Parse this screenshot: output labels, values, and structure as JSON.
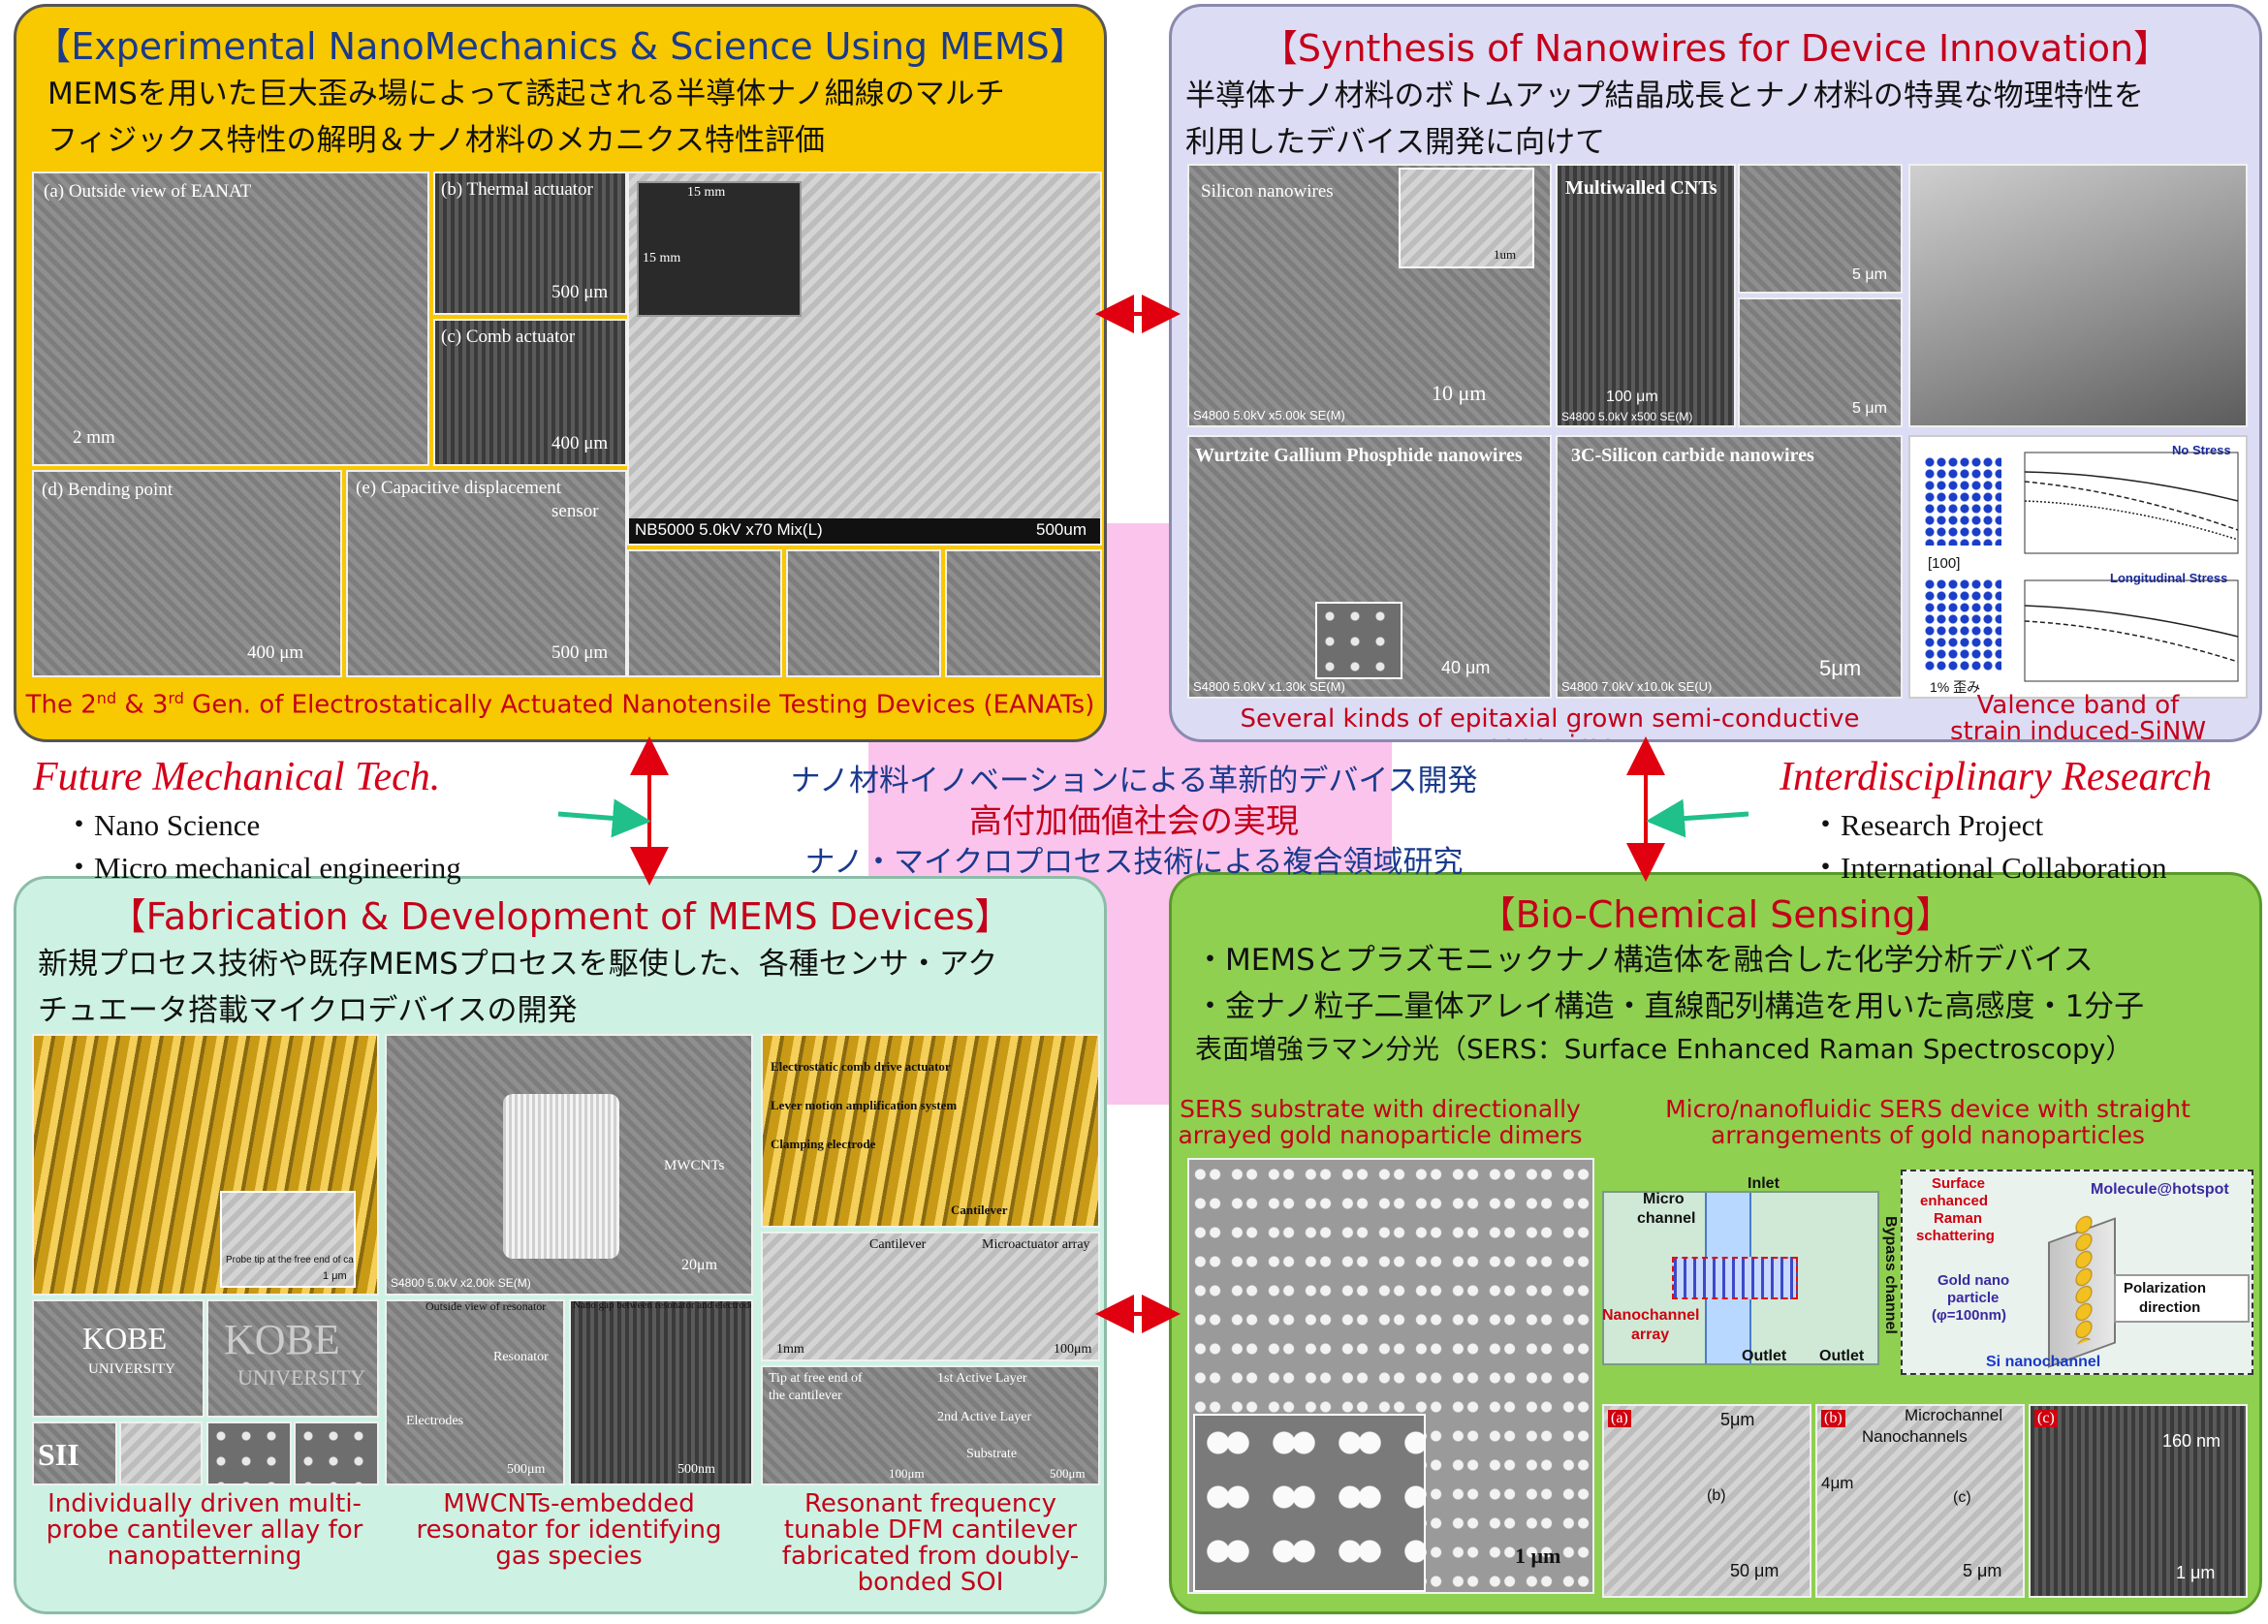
{
  "center": {
    "line1": "ナノ材料イノベーションによる革新的デバイス開発",
    "line2": "高付加価値社会の実現",
    "line3": "ナノ・マイクロプロセス技術による複合領域研究"
  },
  "left_side": {
    "heading": "Future Mechanical Tech.",
    "items": [
      "・Nano Science",
      "・Micro mechanical engineering"
    ]
  },
  "right_side": {
    "heading": "Interdisciplinary Research",
    "items": [
      "・Research Project",
      "・International Collaboration"
    ]
  },
  "top_left": {
    "title": "【Experimental NanoMechanics & Science Using MEMS】",
    "lines": [
      "MEMSを用いた巨大歪み場によって誘起される半導体ナノ細線のマルチ",
      "フィジックス特性の解明＆ナノ材料のメカニクス特性評価"
    ],
    "labels": {
      "a": "(a) Outside view of EANAT",
      "b": "(b) Thermal actuator",
      "c": "(c) Comb actuator",
      "d": "(d) Bending point",
      "e": "(e) Capacitive displacement",
      "e2": "sensor",
      "s2mm": "2 mm",
      "s500a": "500 μm",
      "s400a": "400 μm",
      "s400b": "400 μm",
      "s500b": "500 μm",
      "big": "NB5000 5.0kV x70 Mix(L)",
      "big_scale": "500um",
      "chip1": "15 mm",
      "chip2": "15 mm"
    },
    "caption": {
      "pre": "The 2",
      "sup1": "nd",
      "mid": " & 3",
      "sup2": "rd",
      "post": " Gen. of Electrostatically Actuated Nanotensile Testing Devices (EANATs)"
    }
  },
  "top_right": {
    "title": "【Synthesis of Nanowires for Device Innovation】",
    "lines": [
      "半導体ナノ材料のボトムアップ結晶成長とナノ材料の特異な物理特性を",
      "利用したデバイス開発に向けて"
    ],
    "labels": {
      "si": "Silicon nanowires",
      "cnt": "Multiwalled CNTs",
      "gap": "Wurtzite Gallium Phosphide nanowires",
      "sic": "3C-Silicon carbide nanowires",
      "s10": "10 μm",
      "s100": "100 μm",
      "s5a": "5 μm",
      "s5b": "5 μm",
      "s40": "40 μm",
      "s5c": "5μm",
      "s1": "1um",
      "sem1": "S4800 5.0kV x5.00k SE(M)",
      "sem2": "S4800 5.0kV x500 SE(M)",
      "sem3": "S4800 5.0kV x1.30k SE(M)",
      "sem4": "S4800 7.0kV x10.0k SE(U)",
      "chart_top": "No Stress",
      "chart_bot": "Longitudinal Stress",
      "dir": "[100]",
      "strain": "1% 歪み"
    },
    "caption_left": "Several kinds of epitaxial  grown semi-conductive nanowires",
    "caption_right": [
      "Valence band of",
      "strain induced-SiNW"
    ]
  },
  "bottom_left": {
    "title": "【Fabrication & Development of MEMS Devices】",
    "lines": [
      "新規プロセス技術や既存MEMSプロセスを駆使した、各種センサ・アク",
      "チュエータ搭載マイクロデバイスの開発"
    ],
    "labels": {
      "probe": "Probe tip at the free end of cantilever",
      "s1um": "1 μm",
      "kobe1": "KOBE",
      "kobe1b": "UNIVERSITY",
      "kobe2": "KOBE",
      "kobe2b": "UNIVERSITY",
      "sii": "SII",
      "mwcnts": "MWCNTs",
      "s20": "20μm",
      "sem_r": "S4800 5.0kV x2.00k SE(M)",
      "res_out": "Outside view of resonator",
      "res_gap": "Nano gap between resonator and electrode",
      "resonator": "Resonator",
      "electrodes": "Electrodes",
      "s500": "500μm",
      "s500nm": "500nm",
      "comb": "Electrostatic comb drive actuator",
      "lever": "Lever motion amplification system",
      "clamp": "Clamping electrode",
      "cantilever": "Cantilever",
      "cant2": "Cantilever",
      "microact": "Microactuator array",
      "s1mm": "1mm",
      "s100a": "100μm",
      "tip": "Tip at free end of",
      "tip2": "the cantilever",
      "active1": "1st Active Layer",
      "active2": "2nd Active Layer",
      "substrate": "Substrate",
      "s100b": "100μm",
      "s500b": "500μm"
    },
    "captions": [
      [
        "Individually driven multi-",
        "probe cantilever allay for",
        "nanopatterning"
      ],
      [
        "MWCNTs-embedded",
        "resonator for identifying",
        "gas species"
      ],
      [
        "Resonant frequency",
        "tunable  DFM cantilever",
        "fabricated from doubly-",
        "bonded SOI"
      ]
    ]
  },
  "bottom_right": {
    "title": "【Bio-Chemical Sensing】",
    "lines": [
      "・MEMSとプラズモニックナノ構造体を融合した化学分析デバイス",
      "・金ナノ粒子二量体アレイ構造・直線配列構造を用いた高感度・1分子",
      "表面増強ラマン分光（SERS：Surface Enhanced Raman Spectroscopy）"
    ],
    "sub_left": [
      "SERS substrate with directionally",
      "arrayed gold nanoparticle dimers"
    ],
    "sub_right": [
      "Micro/nanofluidic SERS device with straight",
      "arrangements of gold nanoparticles"
    ],
    "labels": {
      "s1um": "1 μm",
      "inlet": "Inlet",
      "micro": "Micro",
      "micro2": "channel",
      "bypass": "Bypass channel",
      "nano": "Nanochannel",
      "nano2": "array",
      "outlet1": "Outlet",
      "outlet2": "Outlet",
      "sers1": "Surface",
      "sers2": "enhanced",
      "sers3": "Raman",
      "sers4": "schattering",
      "molecule": "Molecule@hotspot",
      "gold1": "Gold nano",
      "gold2": "particle",
      "gold3": "(φ=100nm)",
      "pol1": "Polarization",
      "pol2": "direction",
      "sinano": "Si nanochannel",
      "a": "(a)",
      "b": "(b)",
      "c": "(c)",
      "bmark": "(b)",
      "cmark": "(c)",
      "s5a": "5μm",
      "s50": "50 μm",
      "mch": "Microchannel",
      "nch": "Nanochannels",
      "s4": "4μm",
      "s5b": "5 μm",
      "s160": "160 nm",
      "s1c": "1 μm"
    }
  },
  "colors": {
    "panel_tl": "#f8c800",
    "panel_tr": "#dcdcf4",
    "panel_bl": "#cdf2e3",
    "panel_br": "#8fd050",
    "title_red": "#c4001a",
    "title_blue": "#1a3a8c",
    "arrow_red": "#e00010",
    "arrow_green": "#1fc08a",
    "center_pink": "#fbc4ec"
  }
}
